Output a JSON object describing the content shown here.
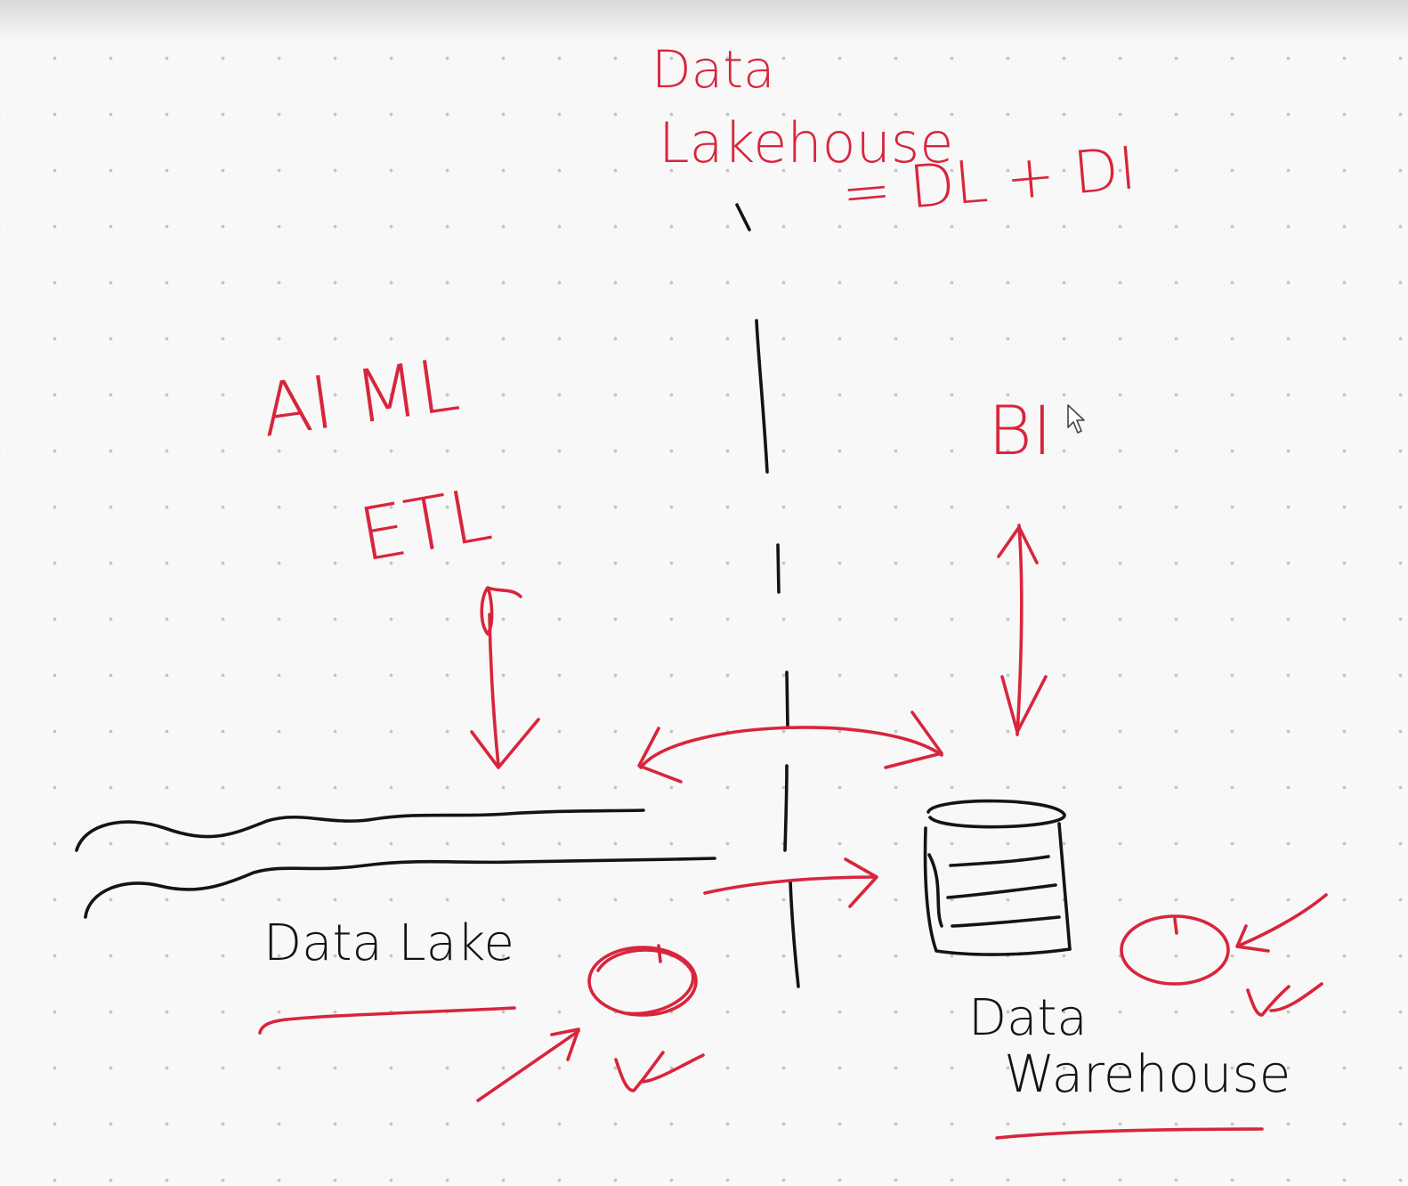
{
  "labels": {
    "lakehouse_line1": "Data",
    "lakehouse_line2": "Lakehouse",
    "equation": "= DL + DI",
    "ai_ml": "AI ML",
    "etl": "ETL",
    "bi": "BI",
    "data_lake": "Data Lake",
    "warehouse_line1": "Data",
    "warehouse_line2": "Warehouse"
  },
  "colors": {
    "ink_red": "#d8253c",
    "ink_black": "#141414",
    "background": "#f8f8f8",
    "dot_grid": "#c4c4c4"
  }
}
